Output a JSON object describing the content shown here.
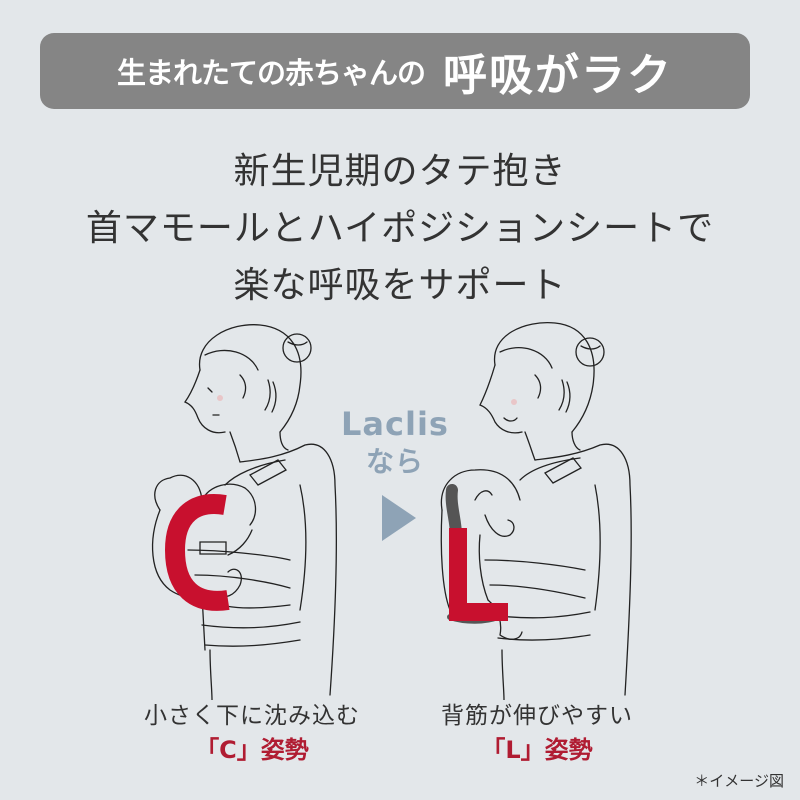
{
  "banner": {
    "lead_text": "生まれたての赤ちゃんの",
    "emphasis_text": "呼吸がラク"
  },
  "subtitle": {
    "lines": [
      "新生児期のタテ抱き",
      "首マモールとハイポジションシートで",
      "楽な呼吸をサポート"
    ]
  },
  "comparison": {
    "brand_name": "Laclis",
    "brand_suffix": "なら",
    "arrow_icon": "right-triangle-arrow",
    "left": {
      "letter": "C",
      "description": "小さく下に沈み込む",
      "pose_label": "「C」姿勢"
    },
    "right": {
      "letter": "L",
      "description": "背筋が伸びやすい",
      "pose_label": "「L」姿勢"
    }
  },
  "footnote": "＊イメージ図",
  "colors": {
    "background": "#e3e7ea",
    "banner": "#858585",
    "accent_red": "#c8102e",
    "brand_blue_gray": "#8ea3b6",
    "support_dark_gray": "#555555"
  }
}
